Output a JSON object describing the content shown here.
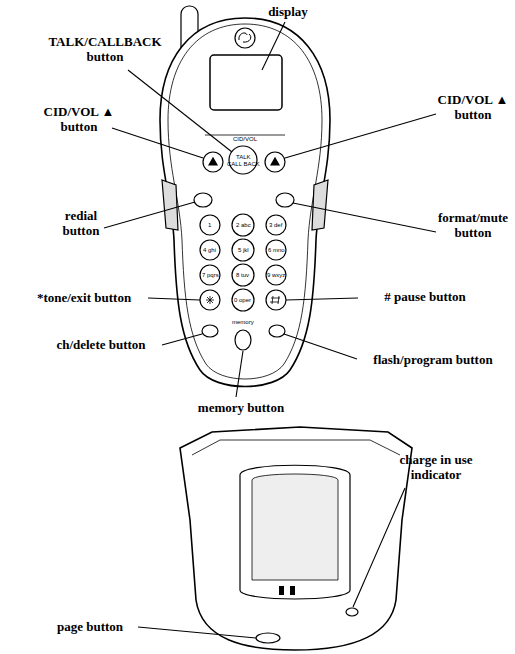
{
  "diagram": {
    "labels": [
      "display",
      "TALK/CALLBACK button",
      "CID/VOL ▲ button",
      "CID/VOL ▲ button",
      "redial button",
      "format/mute button",
      "*tone/exit button",
      "# pause button",
      "ch/delete button",
      "flash/program button",
      "memory button",
      "charge in use indicator",
      "page button",
      "CID/VOL",
      "TALK",
      "CALL BACK",
      "1",
      "2 abc",
      "3 def",
      "4 ghi",
      "5 jkl",
      "6 mno",
      "7 pqrs",
      "8 tuv",
      "9 wxyz",
      "0 oper",
      "memory"
    ]
  }
}
